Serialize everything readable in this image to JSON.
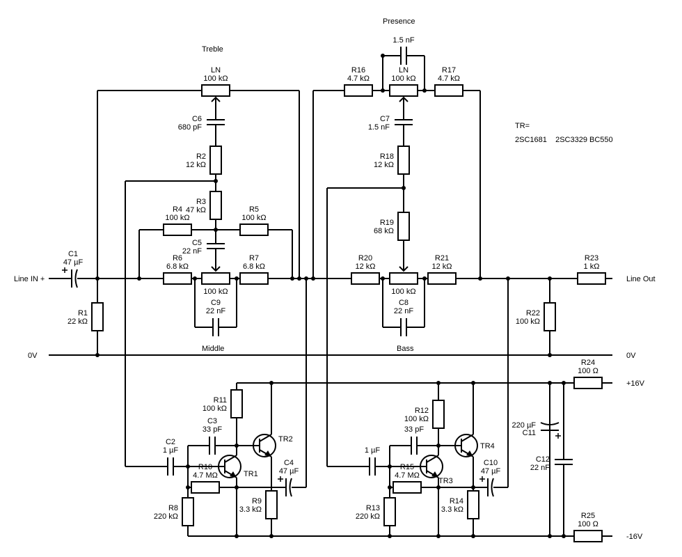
{
  "labels": {
    "line_in": "Line IN +",
    "line_out": "Line Out",
    "ground_left": "0V",
    "ground_right": "0V",
    "plus_supply": "+16V",
    "minus_supply": "-16V",
    "treble": "Treble",
    "presence": "Presence",
    "middle": "Middle",
    "bass": "Bass",
    "tr_eq": "TR=",
    "tr_types": "2SC1681    2SC3329 BC550"
  },
  "pots": {
    "treble": {
      "name": "LN",
      "value": "100 kΩ"
    },
    "presence": {
      "name": "LN",
      "value": "100 kΩ"
    },
    "middle": {
      "value": "100 kΩ"
    },
    "bass": {
      "value": "100 kΩ"
    }
  },
  "resistors": {
    "R1": {
      "name": "R1",
      "value": "22 kΩ"
    },
    "R2": {
      "name": "R2",
      "value": "12 kΩ"
    },
    "R3": {
      "name": "R3",
      "value": "47 kΩ"
    },
    "R4": {
      "name": "R4",
      "value": "100 kΩ"
    },
    "R5": {
      "name": "R5",
      "value": "100 kΩ"
    },
    "R6": {
      "name": "R6",
      "value": "6.8 kΩ"
    },
    "R7": {
      "name": "R7",
      "value": "6.8 kΩ"
    },
    "R8": {
      "name": "R8",
      "value": "220 kΩ"
    },
    "R9": {
      "name": "R9",
      "value": "3.3 kΩ"
    },
    "R10": {
      "name": "R10",
      "value": "4.7 MΩ"
    },
    "R11": {
      "name": "R11",
      "value": "100 kΩ"
    },
    "R12": {
      "name": "R12",
      "value": "100 kΩ"
    },
    "R13": {
      "name": "R13",
      "value": "220 kΩ"
    },
    "R14": {
      "name": "R14",
      "value": "3.3 kΩ"
    },
    "R15": {
      "name": "R15",
      "value": "4.7 MΩ"
    },
    "R16": {
      "name": "R16",
      "value": "4.7 kΩ"
    },
    "R17": {
      "name": "R17",
      "value": "4.7 kΩ"
    },
    "R18": {
      "name": "R18",
      "value": "12 kΩ"
    },
    "R19": {
      "name": "R19",
      "value": "68 kΩ"
    },
    "R20": {
      "name": "R20",
      "value": "12 kΩ"
    },
    "R21": {
      "name": "R21",
      "value": "12 kΩ"
    },
    "R22": {
      "name": "R22",
      "value": "100 kΩ"
    },
    "R23": {
      "name": "R23",
      "value": "1 kΩ"
    },
    "R24": {
      "name": "R24",
      "value": "100 Ω"
    },
    "R25": {
      "name": "R25",
      "value": "100 Ω"
    }
  },
  "capacitors": {
    "C1": {
      "name": "C1",
      "value": "47 µF"
    },
    "C2": {
      "name": "C2",
      "value": "1 µF"
    },
    "C3": {
      "name": "C3",
      "value": "33 pF"
    },
    "C4": {
      "name": "C4",
      "value": "47 µF"
    },
    "C5": {
      "name": "C5",
      "value": "22 nF"
    },
    "C6": {
      "name": "C6",
      "value": "680 pF"
    },
    "C7": {
      "name": "C7",
      "value": "1.5 nF"
    },
    "C8": {
      "name": "C8",
      "value": "22 nF"
    },
    "C9": {
      "name": "C9",
      "value": "22 nF"
    },
    "C10": {
      "name": "C10",
      "value": "47 µF"
    },
    "C11": {
      "name": "C11",
      "value": "220 µF"
    },
    "C12": {
      "name": "C12",
      "value": "22 nF"
    },
    "C_presence": {
      "value": "1.5 nF"
    },
    "C_in2": {
      "value": "1 µF"
    },
    "C_fb2": {
      "value": "33 pF"
    }
  },
  "transistors": {
    "TR1": "TR1",
    "TR2": "TR2",
    "TR3": "TR3",
    "TR4": "TR4"
  }
}
